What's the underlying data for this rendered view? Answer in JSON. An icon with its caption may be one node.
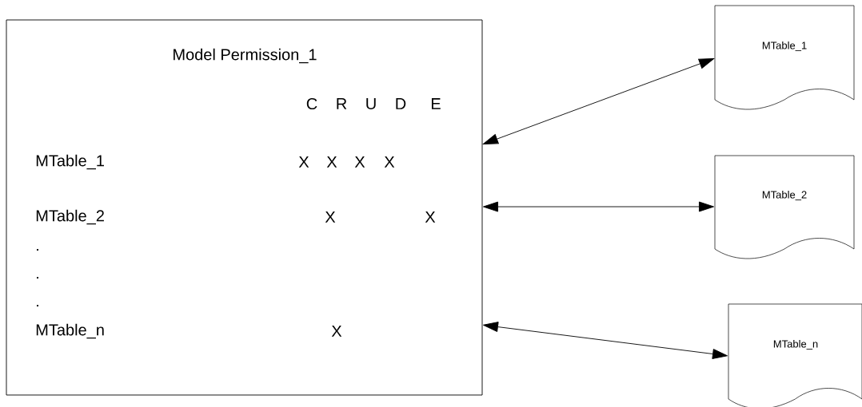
{
  "diagram": {
    "nodes": [
      {
        "text": [
          "Model Permission_1"
        ]
      },
      {
        "text": [
          "MTable_1"
        ]
      },
      {
        "text": [
          "MTable_2"
        ]
      },
      {
        "text": [
          "MTable_n"
        ]
      }
    ],
    "edges": [
      {
        "from": 0,
        "to": 1,
        "arrow": "both"
      },
      {
        "from": 0,
        "to": 2,
        "arrow": "both"
      },
      {
        "from": 0,
        "to": 3,
        "arrow": "both"
      }
    ],
    "labels": [
      "C",
      "R",
      "U",
      "D",
      "E",
      "MTable_1",
      "X",
      "X",
      "X",
      "X",
      "MTable_2",
      "X",
      "X",
      ".",
      ".",
      ".",
      "MTable_n",
      "X"
    ]
  }
}
